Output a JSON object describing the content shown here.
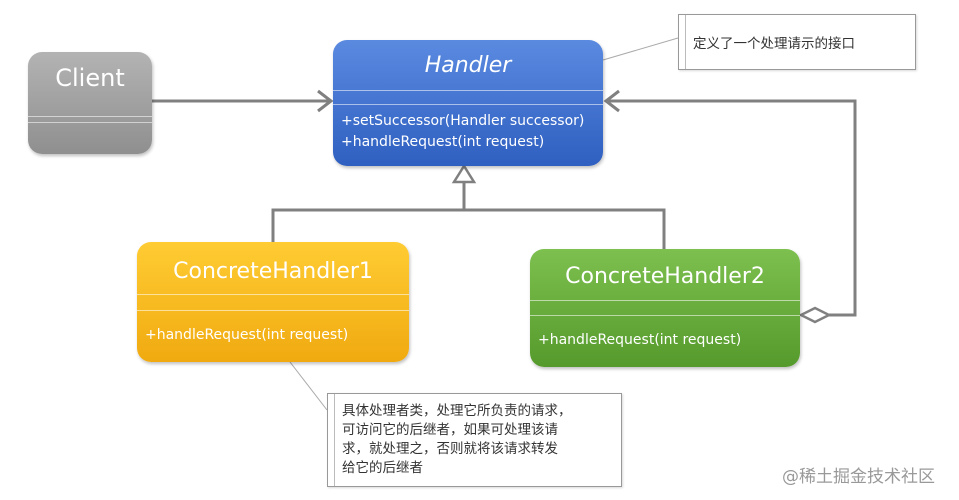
{
  "diagram": {
    "classes": {
      "client": {
        "name": "Client"
      },
      "handler": {
        "name": "Handler",
        "methods": [
          "+setSuccessor(Handler successor)",
          "+handleRequest(int request)"
        ]
      },
      "concrete_handler_1": {
        "name": "ConcreteHandler1",
        "methods": [
          "+handleRequest(int request)"
        ]
      },
      "concrete_handler_2": {
        "name": "ConcreteHandler2",
        "methods": [
          "+handleRequest(int request)"
        ]
      }
    },
    "notes": {
      "handler_note": "定义了一个处理请示的接口",
      "concrete_note_lines": [
        "具体处理者类，处理它所负责的请求，",
        "可访问它的后继者，如果可处理该请",
        "求，就处理之，否则就将该请求转发",
        "给它的后继者"
      ]
    },
    "colors": {
      "client": "#9e9e9e",
      "handler": "#3f6fd1",
      "concrete_handler_1": "#f7b91b",
      "concrete_handler_2": "#66ab3b",
      "connector": "#808080"
    },
    "relations": [
      {
        "from": "Client",
        "to": "Handler",
        "type": "association"
      },
      {
        "from": "ConcreteHandler1",
        "to": "Handler",
        "type": "generalization"
      },
      {
        "from": "ConcreteHandler2",
        "to": "Handler",
        "type": "generalization"
      },
      {
        "from": "ConcreteHandler2",
        "to": "Handler",
        "type": "aggregation"
      }
    ]
  },
  "watermark": "@稀土掘金技术社区"
}
